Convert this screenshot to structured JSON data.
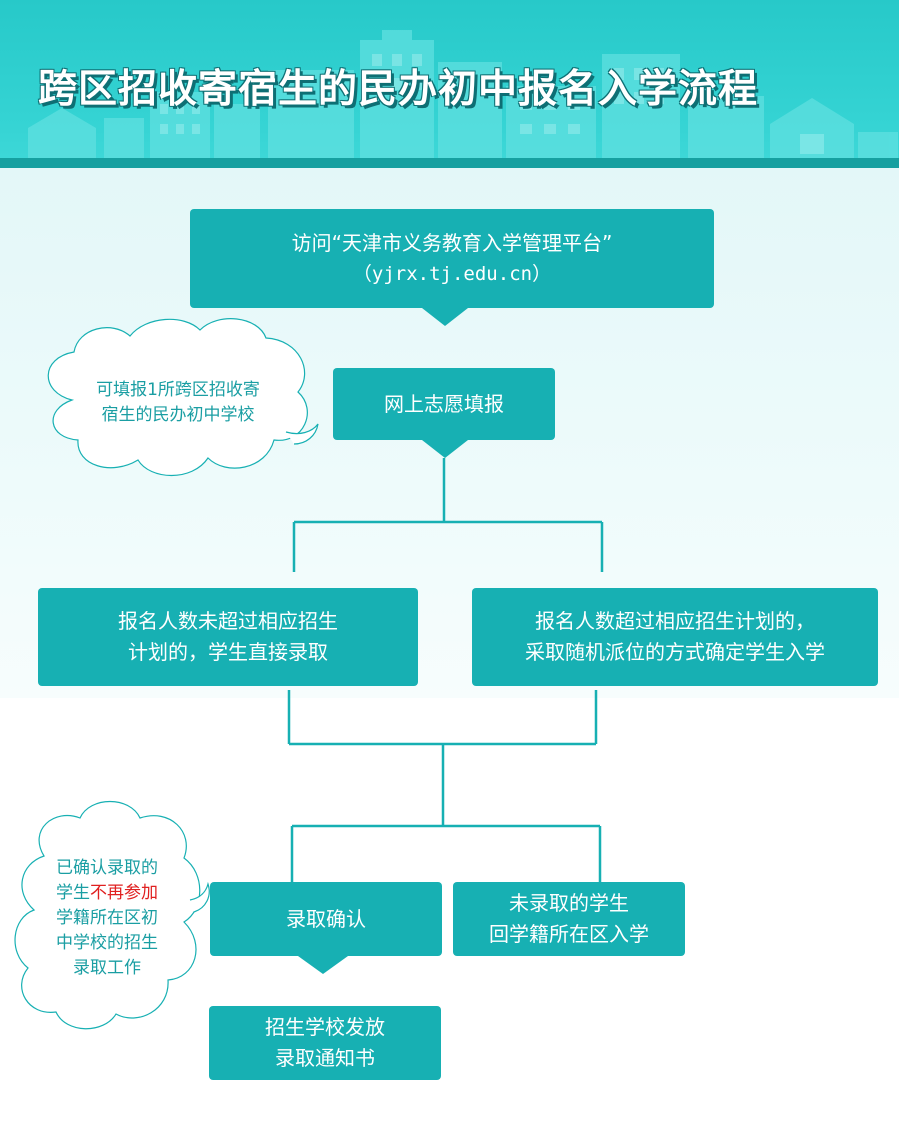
{
  "title": "跨区招收寄宿生的民办初中报名入学流程",
  "colors": {
    "header": "#2ccece",
    "box": "#17b0b3",
    "line": "#17b0b3",
    "cloud_text": "#1a9ea3",
    "highlight": "#e02020"
  },
  "steps": {
    "visit": {
      "line1": "访问“天津市义务教育入学管理平台”",
      "line2": "（yjrx.tj.edu.cn）"
    },
    "apply": {
      "label": "网上志愿填报"
    },
    "under_quota": {
      "line1": "报名人数未超过相应招生",
      "line2": "计划的，学生直接录取"
    },
    "over_quota": {
      "line1": "报名人数超过相应招生计划的，",
      "line2": "采取随机派位的方式确定学生入学"
    },
    "confirm": {
      "label": "录取确认"
    },
    "not_admitted": {
      "line1": "未录取的学生",
      "line2": "回学籍所在区入学"
    },
    "notice": {
      "line1": "招生学校发放",
      "line2": "录取通知书"
    }
  },
  "notes": {
    "apply_note": {
      "line1": "可填报1所跨区招收寄",
      "line2": "宿生的民办初中学校"
    },
    "confirm_note": {
      "line1": "已确认录取的",
      "line2_a": "学生",
      "line2_b": "不再参加",
      "line3": "学籍所在区初",
      "line4": "中学校的招生",
      "line5": "录取工作"
    }
  }
}
